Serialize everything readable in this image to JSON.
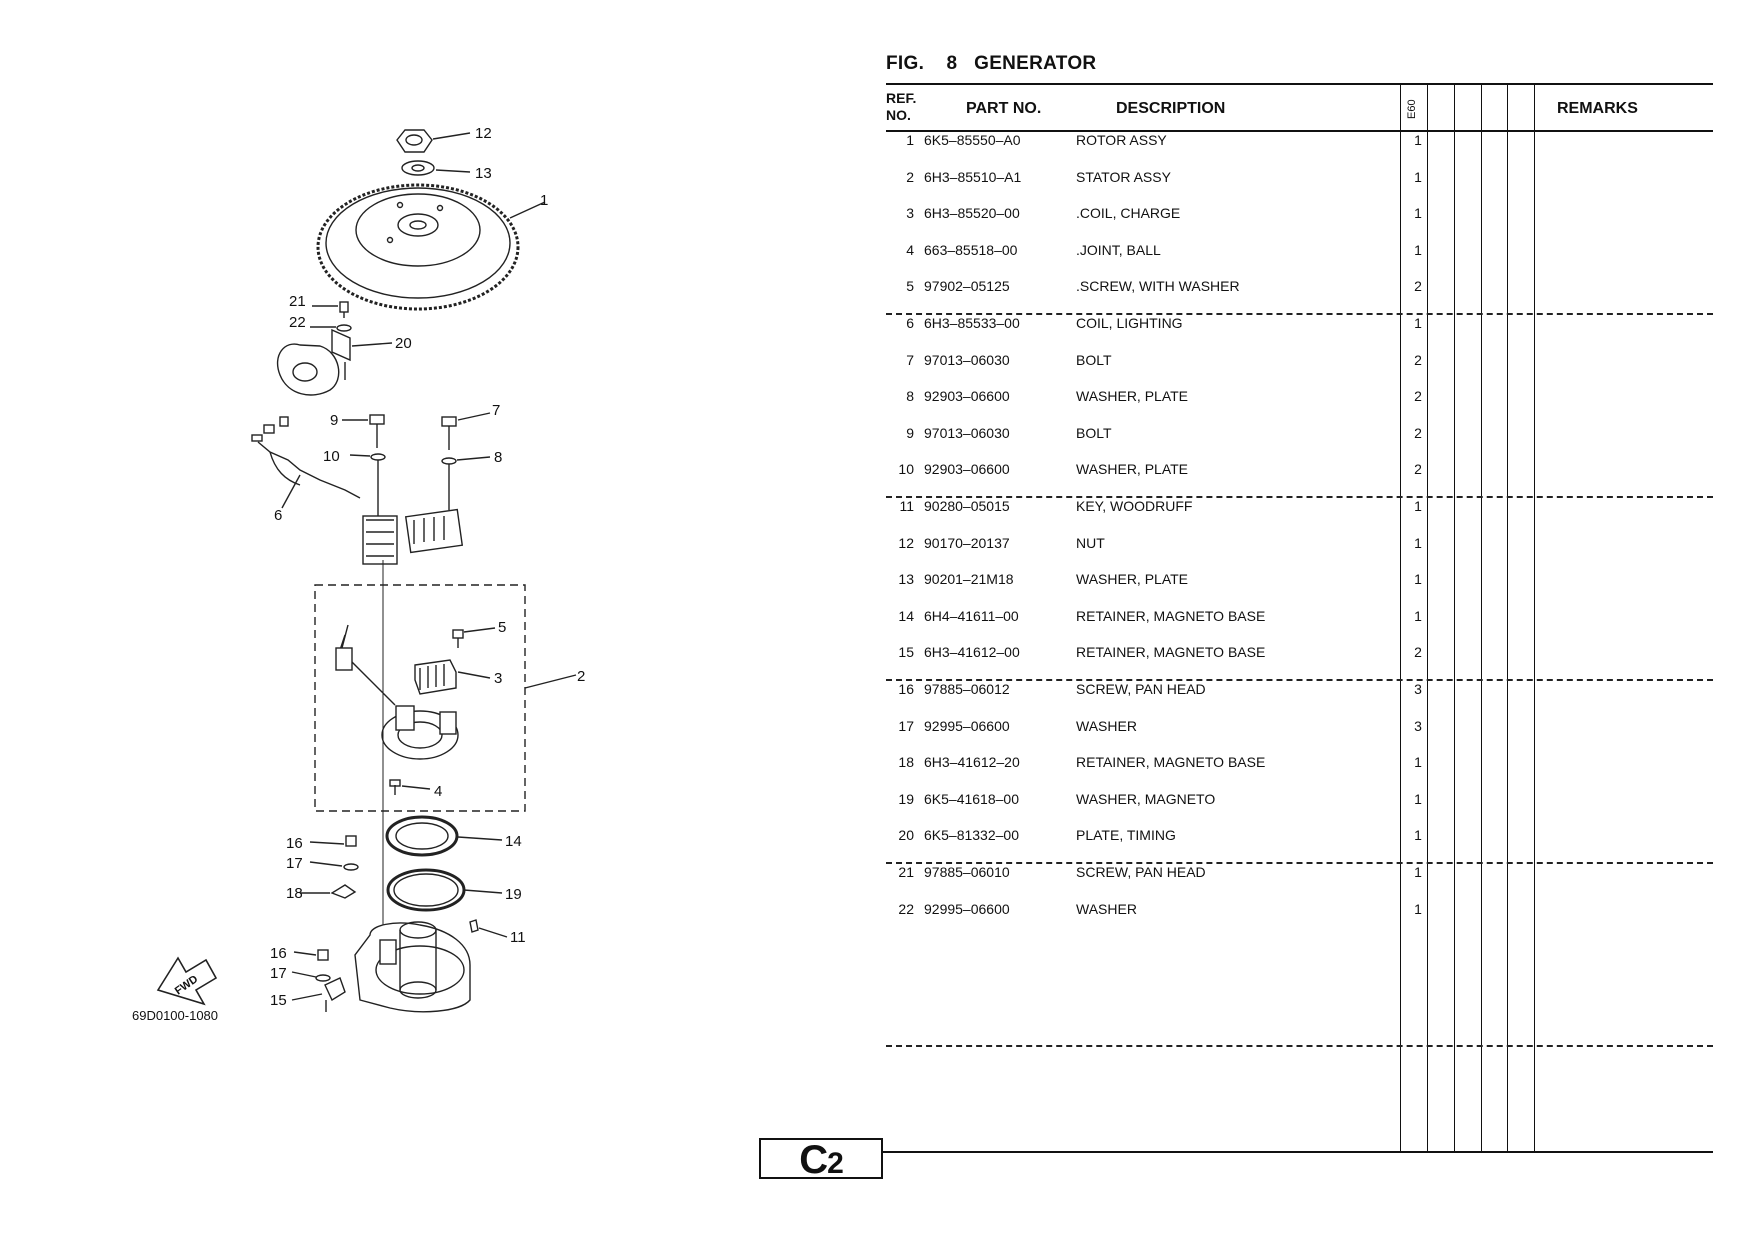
{
  "figure": {
    "prefix": "FIG.",
    "number": "8",
    "title": "GENERATOR"
  },
  "headers": {
    "ref_line1": "REF.",
    "ref_line2": "NO.",
    "part_no": "PART NO.",
    "description": "DESCRIPTION",
    "model_code": "E60",
    "remarks": "REMARKS"
  },
  "parts": [
    {
      "ref": "1",
      "part_no": "6K5–85550–A0",
      "description": "ROTOR ASSY",
      "qty": "1"
    },
    {
      "ref": "2",
      "part_no": "6H3–85510–A1",
      "description": "STATOR ASSY",
      "qty": "1"
    },
    {
      "ref": "3",
      "part_no": "6H3–85520–00",
      "description": ".COIL, CHARGE",
      "qty": "1"
    },
    {
      "ref": "4",
      "part_no": "663–85518–00",
      "description": ".JOINT, BALL",
      "qty": "1"
    },
    {
      "ref": "5",
      "part_no": "97902–05125",
      "description": ".SCREW, WITH WASHER",
      "qty": "2"
    },
    {
      "ref": "6",
      "part_no": "6H3–85533–00",
      "description": "COIL, LIGHTING",
      "qty": "1"
    },
    {
      "ref": "7",
      "part_no": "97013–06030",
      "description": "BOLT",
      "qty": "2"
    },
    {
      "ref": "8",
      "part_no": "92903–06600",
      "description": "WASHER, PLATE",
      "qty": "2"
    },
    {
      "ref": "9",
      "part_no": "97013–06030",
      "description": "BOLT",
      "qty": "2"
    },
    {
      "ref": "10",
      "part_no": "92903–06600",
      "description": "WASHER, PLATE",
      "qty": "2"
    },
    {
      "ref": "11",
      "part_no": "90280–05015",
      "description": "KEY, WOODRUFF",
      "qty": "1"
    },
    {
      "ref": "12",
      "part_no": "90170–20137",
      "description": "NUT",
      "qty": "1"
    },
    {
      "ref": "13",
      "part_no": "90201–21M18",
      "description": "WASHER, PLATE",
      "qty": "1"
    },
    {
      "ref": "14",
      "part_no": "6H4–41611–00",
      "description": "RETAINER, MAGNETO BASE",
      "qty": "1"
    },
    {
      "ref": "15",
      "part_no": "6H3–41612–00",
      "description": "RETAINER, MAGNETO BASE",
      "qty": "2"
    },
    {
      "ref": "16",
      "part_no": "97885–06012",
      "description": "SCREW, PAN HEAD",
      "qty": "3"
    },
    {
      "ref": "17",
      "part_no": "92995–06600",
      "description": "WASHER",
      "qty": "3"
    },
    {
      "ref": "18",
      "part_no": "6H3–41612–20",
      "description": "RETAINER, MAGNETO BASE",
      "qty": "1"
    },
    {
      "ref": "19",
      "part_no": "6K5–41618–00",
      "description": "WASHER, MAGNETO",
      "qty": "1"
    },
    {
      "ref": "20",
      "part_no": "6K5–81332–00",
      "description": "PLATE, TIMING",
      "qty": "1"
    },
    {
      "ref": "21",
      "part_no": "97885–06010",
      "description": "SCREW, PAN HEAD",
      "qty": "1"
    },
    {
      "ref": "22",
      "part_no": "92995–06600",
      "description": "WASHER",
      "qty": "1"
    }
  ],
  "diagram": {
    "code": "69D0100-1080",
    "fwd_label": "FWD",
    "callouts": [
      "12",
      "13",
      "1",
      "21",
      "22",
      "20",
      "9",
      "7",
      "10",
      "8",
      "6",
      "5",
      "3",
      "2",
      "4",
      "16",
      "17",
      "14",
      "18",
      "19",
      "11",
      "16",
      "17",
      "15"
    ]
  },
  "page_label": {
    "letter": "C",
    "number": "2"
  }
}
